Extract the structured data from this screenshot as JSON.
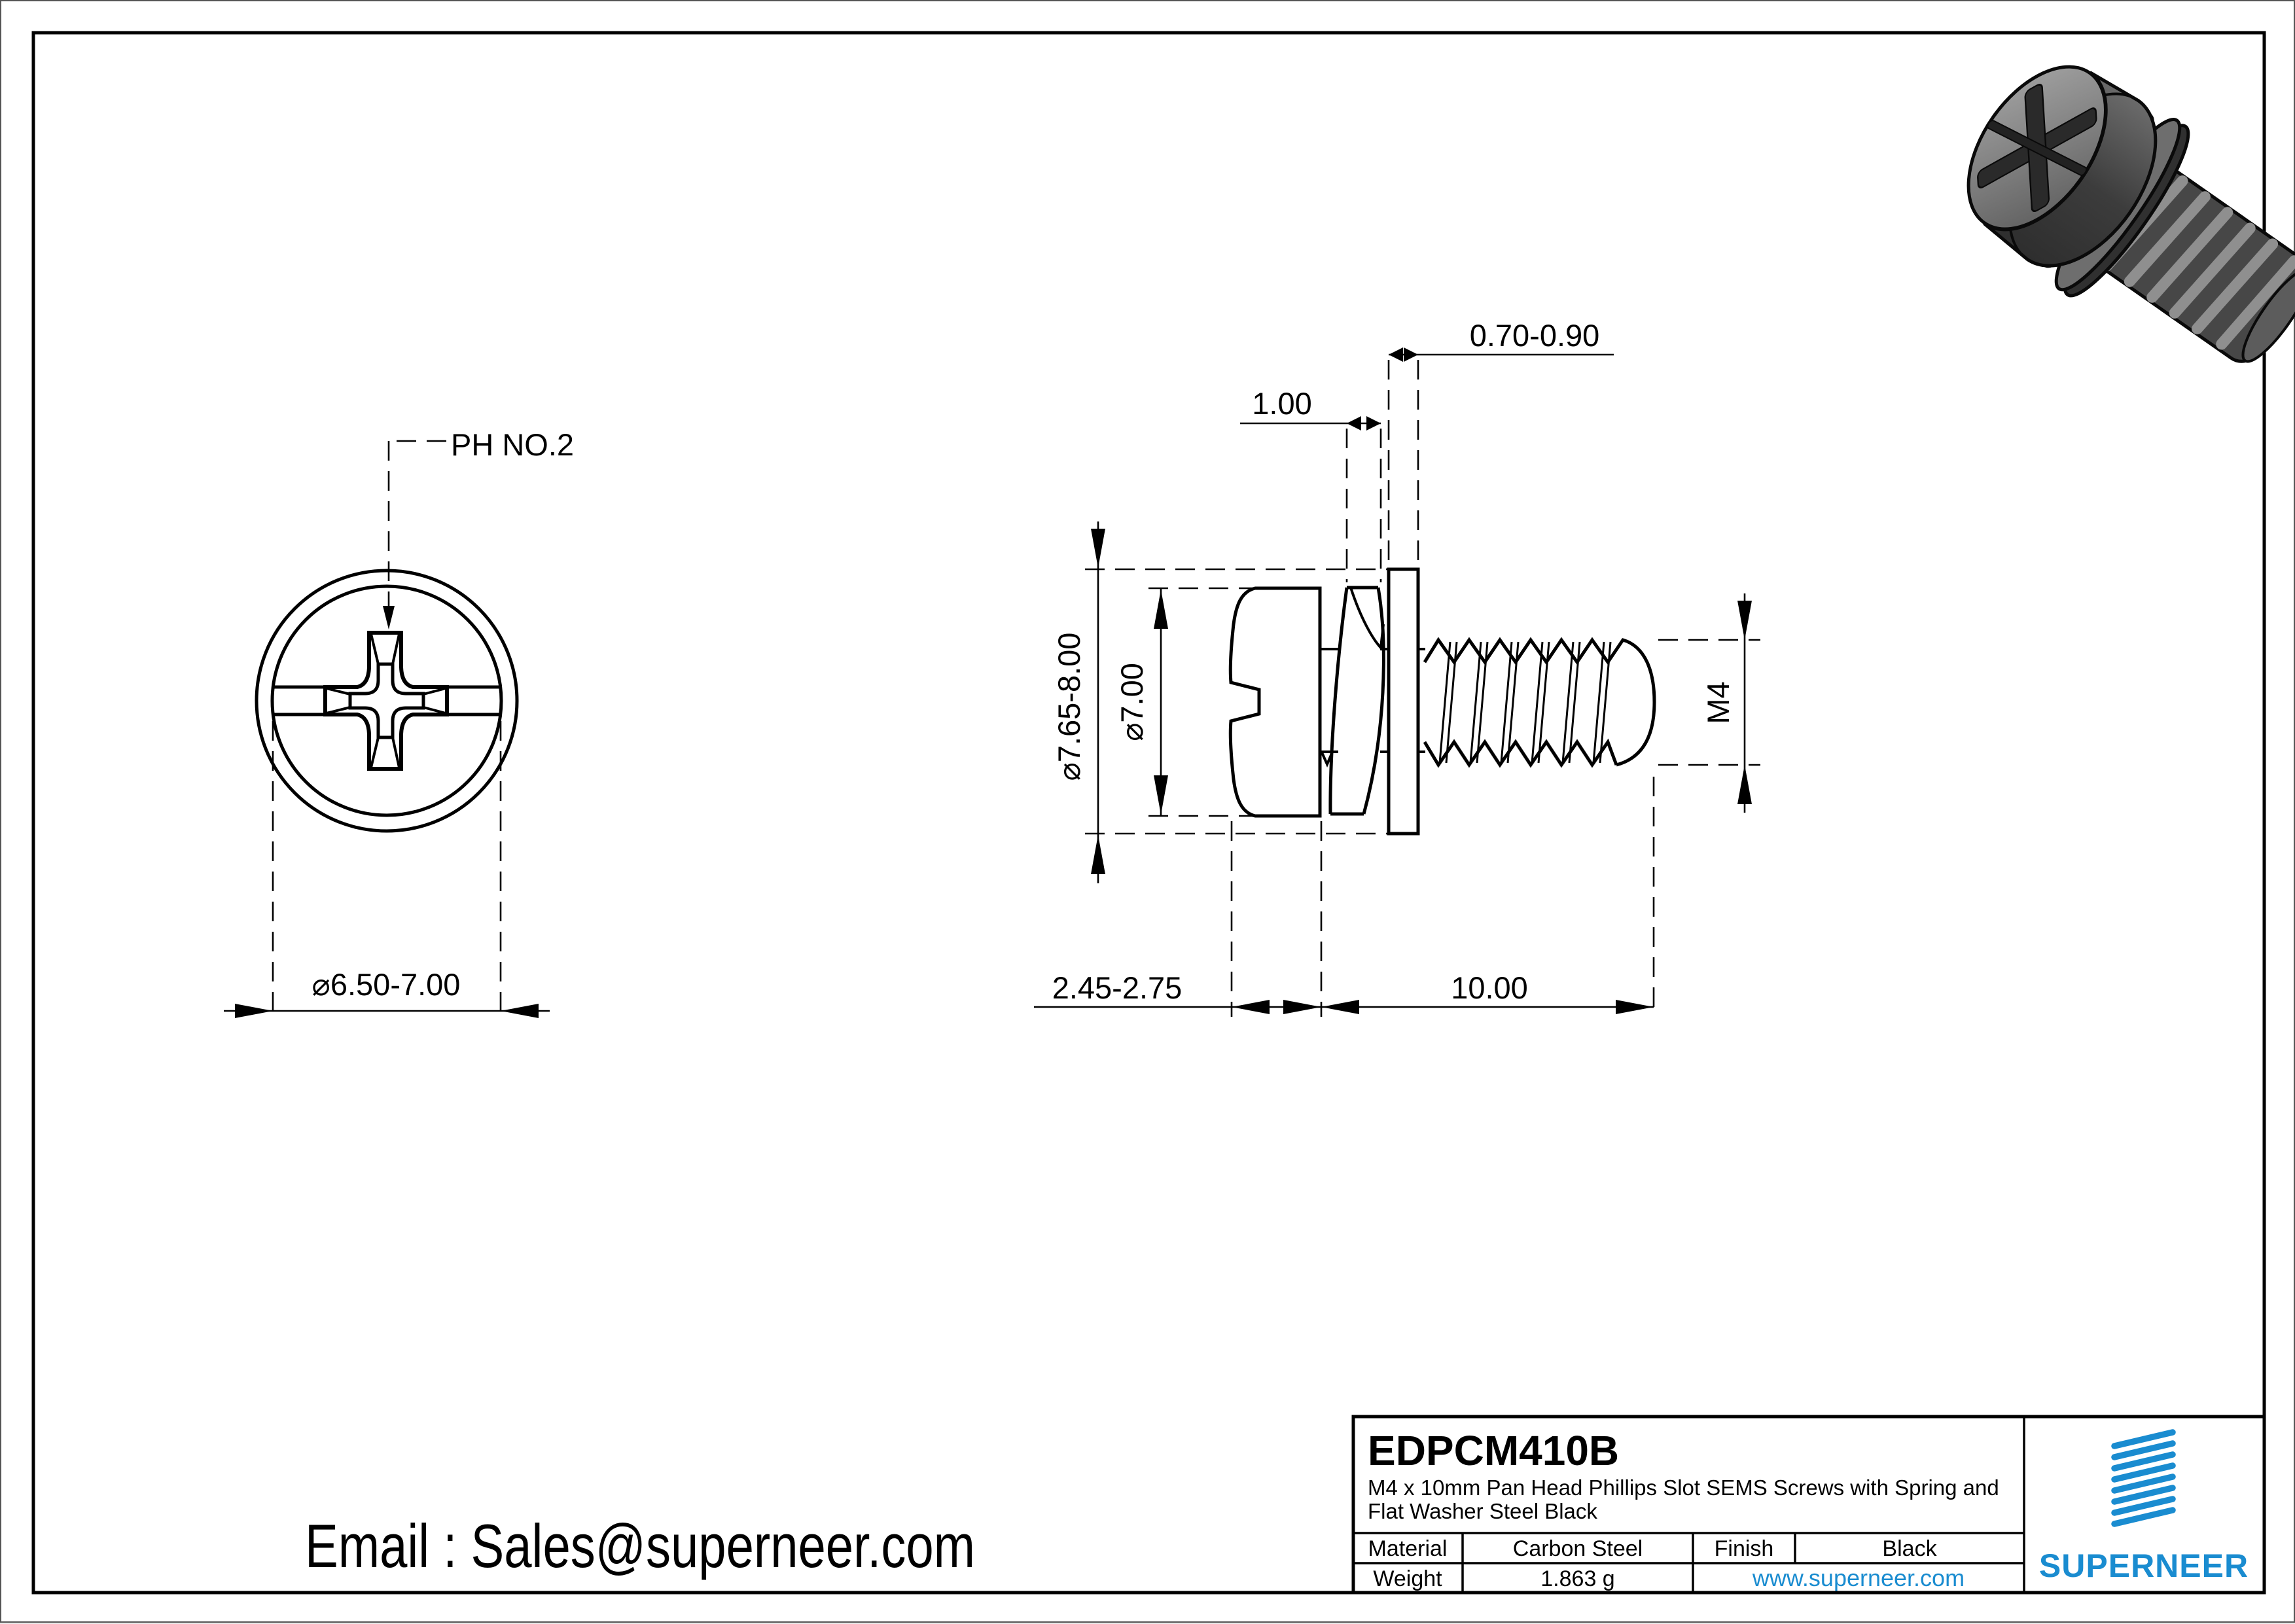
{
  "drawing": {
    "front_view": {
      "drive_label": "PH NO.2",
      "head_diameter": "⌀6.50-7.00"
    },
    "side_view": {
      "flat_washer_thickness": "0.70-0.90",
      "spring_washer_thickness": "1.00",
      "washer_outer_diameter": "⌀7.65-8.00",
      "head_diameter": "⌀7.00",
      "thread_size": "M4",
      "head_height": "2.45-2.75",
      "thread_length": "10.00"
    }
  },
  "contact": {
    "email": "Email : Sales@superneer.com"
  },
  "title_block": {
    "part_number": "EDPCM410B",
    "description_line1": "M4 x 10mm Pan Head Phillips Slot SEMS Screws with Spring and",
    "description_line2": "Flat Washer Steel Black",
    "material_label": "Material",
    "material_value": "Carbon Steel",
    "finish_label": "Finish",
    "finish_value": "Black",
    "weight_label": "Weight",
    "weight_value": "1.863 g",
    "website": "www.superneer.com",
    "brand_name": "SUPERNEER"
  },
  "colors": {
    "brand_blue": "#1a8cd0",
    "line": "#000000",
    "background": "#ffffff"
  }
}
